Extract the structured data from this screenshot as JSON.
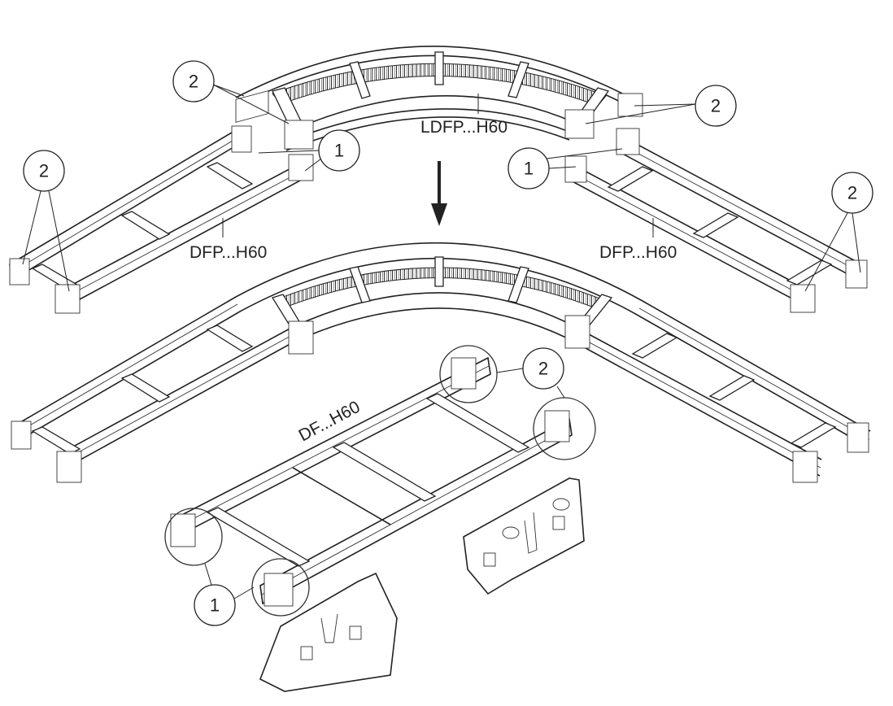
{
  "labels": {
    "top_bend": "LDFP...H60",
    "left_straight": "DFP...H60",
    "right_straight": "DFP...H60",
    "detail_straight": "DF...H60"
  },
  "callouts": {
    "top_left": "2",
    "top_right": "2",
    "left_piece": "2",
    "right_piece": "2",
    "detail_top": "2",
    "top_center_left": "1",
    "top_center_right": "1",
    "detail_bottom": "1"
  }
}
